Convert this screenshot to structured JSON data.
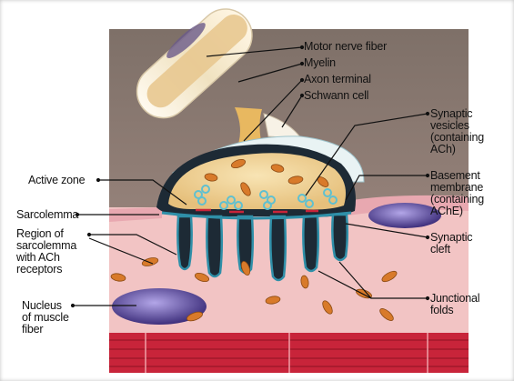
{
  "labels": {
    "motor_nerve_fiber": "Motor nerve fiber",
    "myelin": "Myelin",
    "axon_terminal": "Axon terminal",
    "schwann_cell": "Schwann cell",
    "synaptic_vesicles": [
      "Synaptic",
      "vesicles",
      "(containing",
      "ACh)"
    ],
    "basement_membrane": [
      "Basement",
      "membrane",
      "(containing",
      "AChE)"
    ],
    "synaptic_cleft": [
      "Synaptic",
      "cleft"
    ],
    "junctional_folds": [
      "Junctional",
      "folds"
    ],
    "active_zone": "Active zone",
    "sarcolemma": "Sarcolemma",
    "region_of_sarcolemma": [
      "Region of",
      "sarcolemma",
      "with ACh",
      "receptors"
    ],
    "nucleus_of_muscle_fiber": [
      "Nucleus",
      "of muscle",
      "fiber"
    ]
  },
  "colors": {
    "background_top": "#8a7c74",
    "muscle_pink": "#f2c4c4",
    "muscle_stripe": "#c8243a",
    "axon_gold": "#e8b860",
    "terminal_cream": "#f3d9a0",
    "cleft_dark": "#1d2a35",
    "membrane_teal": "#2f8fa8",
    "vesicle": "#5fc0d0",
    "nucleus_purple": "#5b4a9a",
    "myelin": "#f5ecd8"
  }
}
